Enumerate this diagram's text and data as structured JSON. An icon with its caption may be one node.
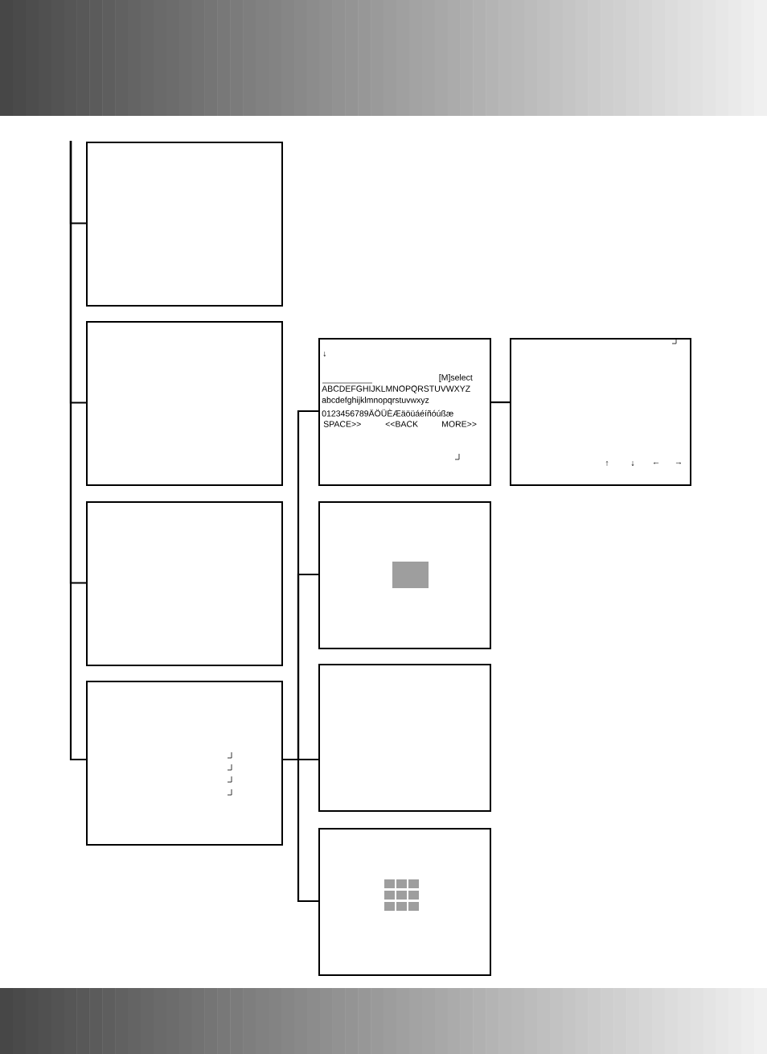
{
  "diagram": {
    "nodes": [
      {
        "text": [],
        "shape": "box"
      },
      {
        "text": [],
        "shape": "box"
      },
      {
        "text": [],
        "shape": "box"
      },
      {
        "text": [],
        "shape": "box"
      },
      {
        "text": [
          "↓",
          "[M]select",
          "ABCDEFGHIJKLMNOPQRSTUVWXYZ",
          "abcdefghijklmnopqrstuvwxyz",
          "0123456789ÄÖÜÈÆäöüáéíñóúßæ",
          "SPACE>>",
          "<<BACK",
          "MORE>>"
        ]
      },
      {
        "text": [],
        "shape": "box"
      },
      {
        "text": [],
        "shape": "box"
      },
      {
        "text": [],
        "shape": "box"
      },
      {
        "text": [
          "↑",
          "↓",
          "←",
          "→"
        ]
      }
    ],
    "edges": [
      {
        "from": null,
        "to": 0,
        "arrow": "none"
      },
      {
        "from": null,
        "to": 1,
        "arrow": "none"
      },
      {
        "from": null,
        "to": 2,
        "arrow": "none"
      },
      {
        "from": null,
        "to": 3,
        "arrow": "none"
      },
      {
        "from": 3,
        "to": 4,
        "arrow": "none"
      },
      {
        "from": 3,
        "to": 5,
        "arrow": "none"
      },
      {
        "from": 3,
        "to": 6,
        "arrow": "none"
      },
      {
        "from": 3,
        "to": 7,
        "arrow": "none"
      },
      {
        "from": 4,
        "to": 8,
        "arrow": "none"
      }
    ]
  }
}
